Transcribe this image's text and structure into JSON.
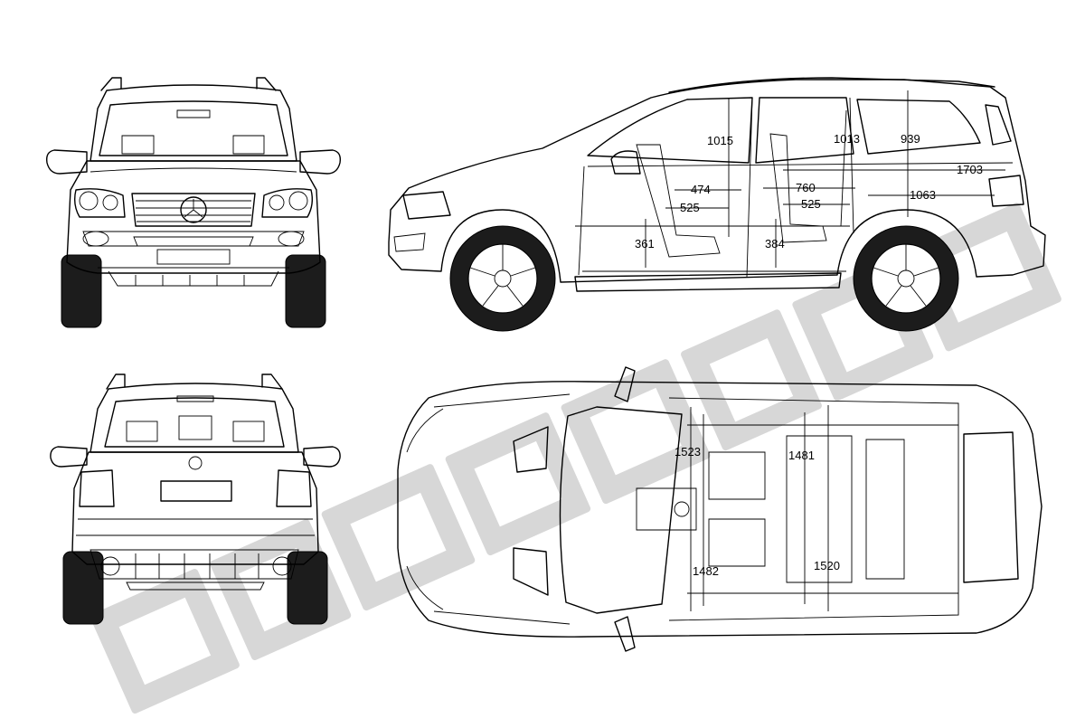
{
  "watermark": "blueprint",
  "views": {
    "front": "front-view",
    "side": "side-view",
    "rear": "rear-view",
    "top": "top-view"
  },
  "dimensions": {
    "d1015": "1015",
    "d1013": "1013",
    "d939": "939",
    "d1703": "1703",
    "d474": "474",
    "d760": "760",
    "d525a": "525",
    "d525b": "525",
    "d1063": "1063",
    "d361": "361",
    "d384": "384",
    "d1523": "1523",
    "d1481": "1481",
    "d1482": "1482",
    "d1520": "1520"
  },
  "colors": {
    "line": "#000000",
    "tire": "#1c1c1c",
    "watermark": "#d7d7d7",
    "background": "#ffffff"
  }
}
